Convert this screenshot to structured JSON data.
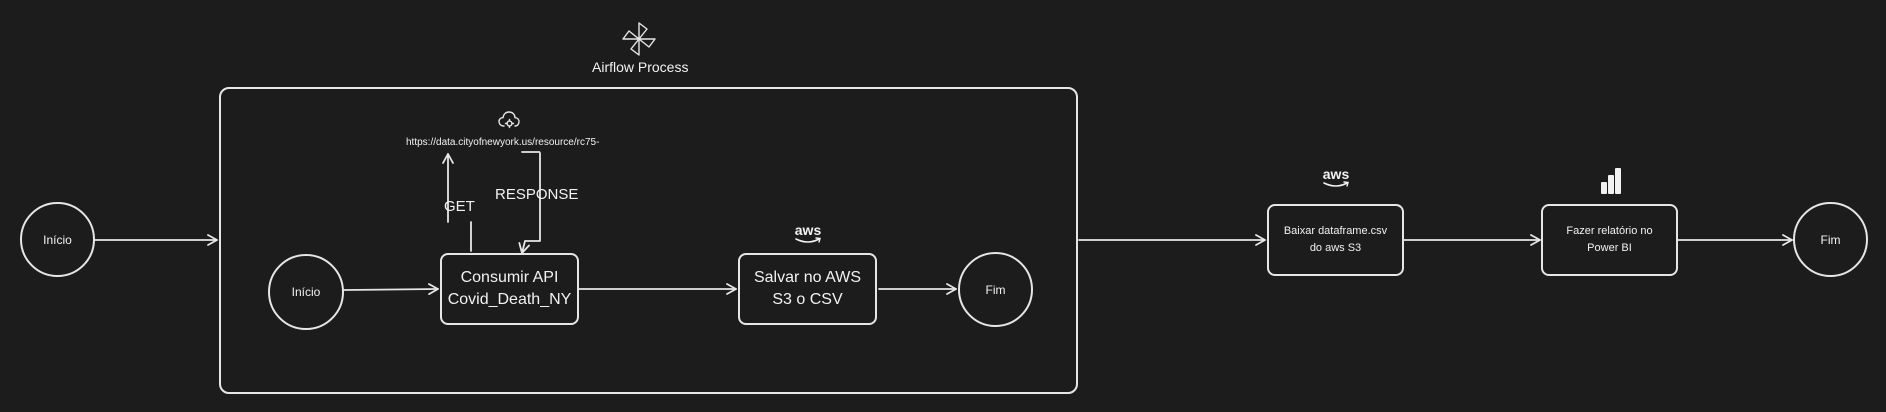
{
  "airflow": {
    "title": "Airflow Process"
  },
  "api": {
    "url": "https://data.cityofnewyork.us/resource/rc75-",
    "get_label": "GET",
    "response_label": "RESPONSE"
  },
  "nodes": {
    "start_outer": "Início",
    "start_inner": "Início",
    "consume_api": "Consumir API Covid_Death_NY",
    "save_s3": "Salvar no AWS S3 o CSV",
    "end_inner": "Fim",
    "download_s3": "Baixar dataframe.csv do aws S3",
    "power_bi": "Fazer relatório no Power BI",
    "end_outer": "Fim"
  },
  "icons": {
    "airflow": "pinwheel-icon",
    "cloud": "cloud-gear-icon",
    "aws_inner": "aws-logo-icon",
    "aws_outer": "aws-logo-icon",
    "power_bi": "power-bi-icon"
  },
  "colors": {
    "background": "#1c1c1c",
    "stroke": "#e6e6e6",
    "text": "#f2f2f2"
  }
}
